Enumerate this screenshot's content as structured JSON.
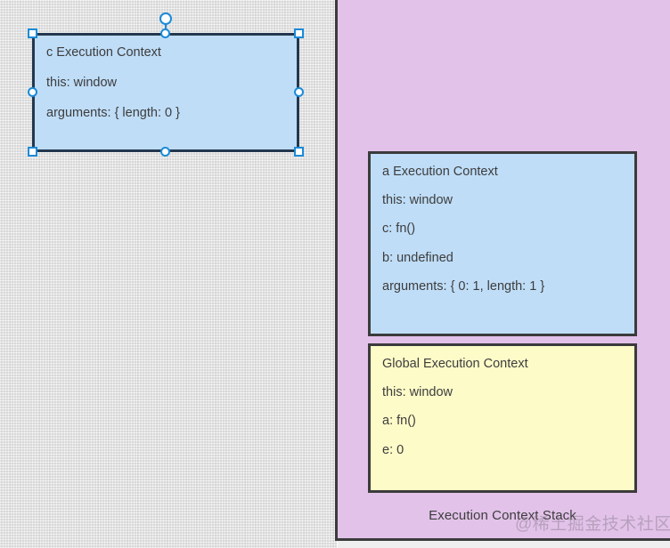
{
  "canvas": {
    "background_color": "#d7d7d7"
  },
  "selected_shape": {
    "name": "c Execution Context",
    "fill_color": "#bfddf7",
    "border_color": "#23384f",
    "handle_color": "#1b8bd8",
    "rows": [
      "c Execution Context",
      "this: window",
      "arguments: { length: 0 }"
    ],
    "handles": [
      "top-left",
      "top-center",
      "top-right",
      "middle-left",
      "middle-right",
      "bottom-left",
      "bottom-center",
      "bottom-right",
      "rotation"
    ]
  },
  "stack_panel": {
    "label": "Execution Context Stack",
    "background_color": "#e2c2e9",
    "border_color": "#3b3b3b",
    "frames": [
      {
        "name": "a Execution Context",
        "fill_color": "#bfddf7",
        "rows": [
          "a Execution Context",
          "this: window",
          "c: fn()",
          "b: undefined",
          "arguments: { 0: 1, length: 1 }"
        ]
      },
      {
        "name": "Global Execution Context",
        "fill_color": "#fdfbc8",
        "rows": [
          "Global Execution Context",
          "this: window",
          "a: fn()",
          "e: 0"
        ]
      }
    ]
  },
  "watermark": {
    "text": "@稀土掘金技术社区"
  }
}
